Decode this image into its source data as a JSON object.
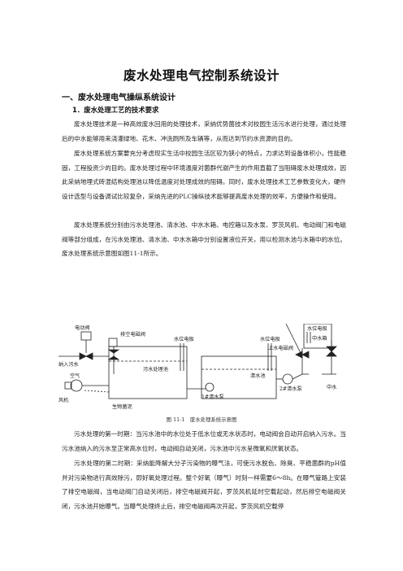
{
  "document": {
    "title": "废水处理电气控制系统设计",
    "section1": "一、废水处理电气操纵系统设计",
    "subsection1": "1．废水处理工艺的技术要求",
    "paragraphs": [
      "废水处理技术是一种高效废水回用的处理技术，采纳优势菌技术对校园生活污水进行处理，通过处理后的中水能够用来浇灌绿地、花木、冲洗厕所及车辆等，从而达到节约水资源的目的。",
      "废水处理系统方案要充分考虑现实生活中校园生活区较为狭小的特点，力求达到设备体积小，性能稳固，工程投资少的目的。废水处理过程中环境温度对菌群代谢产生的作用直截了当阻碍废水处理成效，因此采纳地埋式砖混结构处理池以降低温度对处理成效的阻碍。同时，废水处理技术工艺参数变化大，硬件设计选型与设备调试比较复杂，采纳先进的PLC操纵技术能够提高废水处理的效率，方便操作和使用。",
      "废水处理系统分别由污水处理池、清水池、中水水箱、电控箱以及水泵、罗茨风机、电动阀门和电磁阀等部分组成，在污水处理池、清水池、中水水箱中分别设置液位开关，用以检测水池与水箱中的水位。废水处理系统示意图如图11-1所示。",
      "污水处理的第一时期：当污水池中的水位处于低水位或无水状态时，电动阀会自动开启纳入污水。当污水池纳入的污水至正常高水位时，电动阀自动关闭，污水池中污水呈微氧和厌氧状态。",
      "污水处理的第二时期：采纳能降解大分子污染物的曝气法，可使污水脱色、除臭、平稳菌群的pH值并对污染物进行高效除污，即好氧处理过程。整个好氧（曝气）时刻一样需要6～8h。在曝气管路上安装了排空电磁阀，当电动阀门自动关闭后，排空电磁阀开起，罗茨风机延时空载起动，然后排空电磁阀关闭，污水池开始曝气。当曝气处理终止后，排空电磁阀再次开起，罗茨风机空载停"
    ],
    "figure": {
      "caption": "图 11-1　废水处理系统示意图",
      "labels": {
        "motor_valve": "电动阀",
        "vent_valve": "排空电磁阀",
        "inlet": "纳入污水",
        "air": "空气",
        "fan": "风机",
        "sludge": "生物菌泥",
        "sewage_pool": "污水处理池",
        "level_meter_1": "水位电极",
        "level_meter_2": "水位电极",
        "level_meter_3": "水位电极",
        "clear_pool": "清水池",
        "pump1": "1#清水泵",
        "pump2": "2#清水泵",
        "upper_valve": "上水电磁阀",
        "reclaim_tank": "中水箱",
        "reclaim_out": "中水"
      }
    }
  }
}
